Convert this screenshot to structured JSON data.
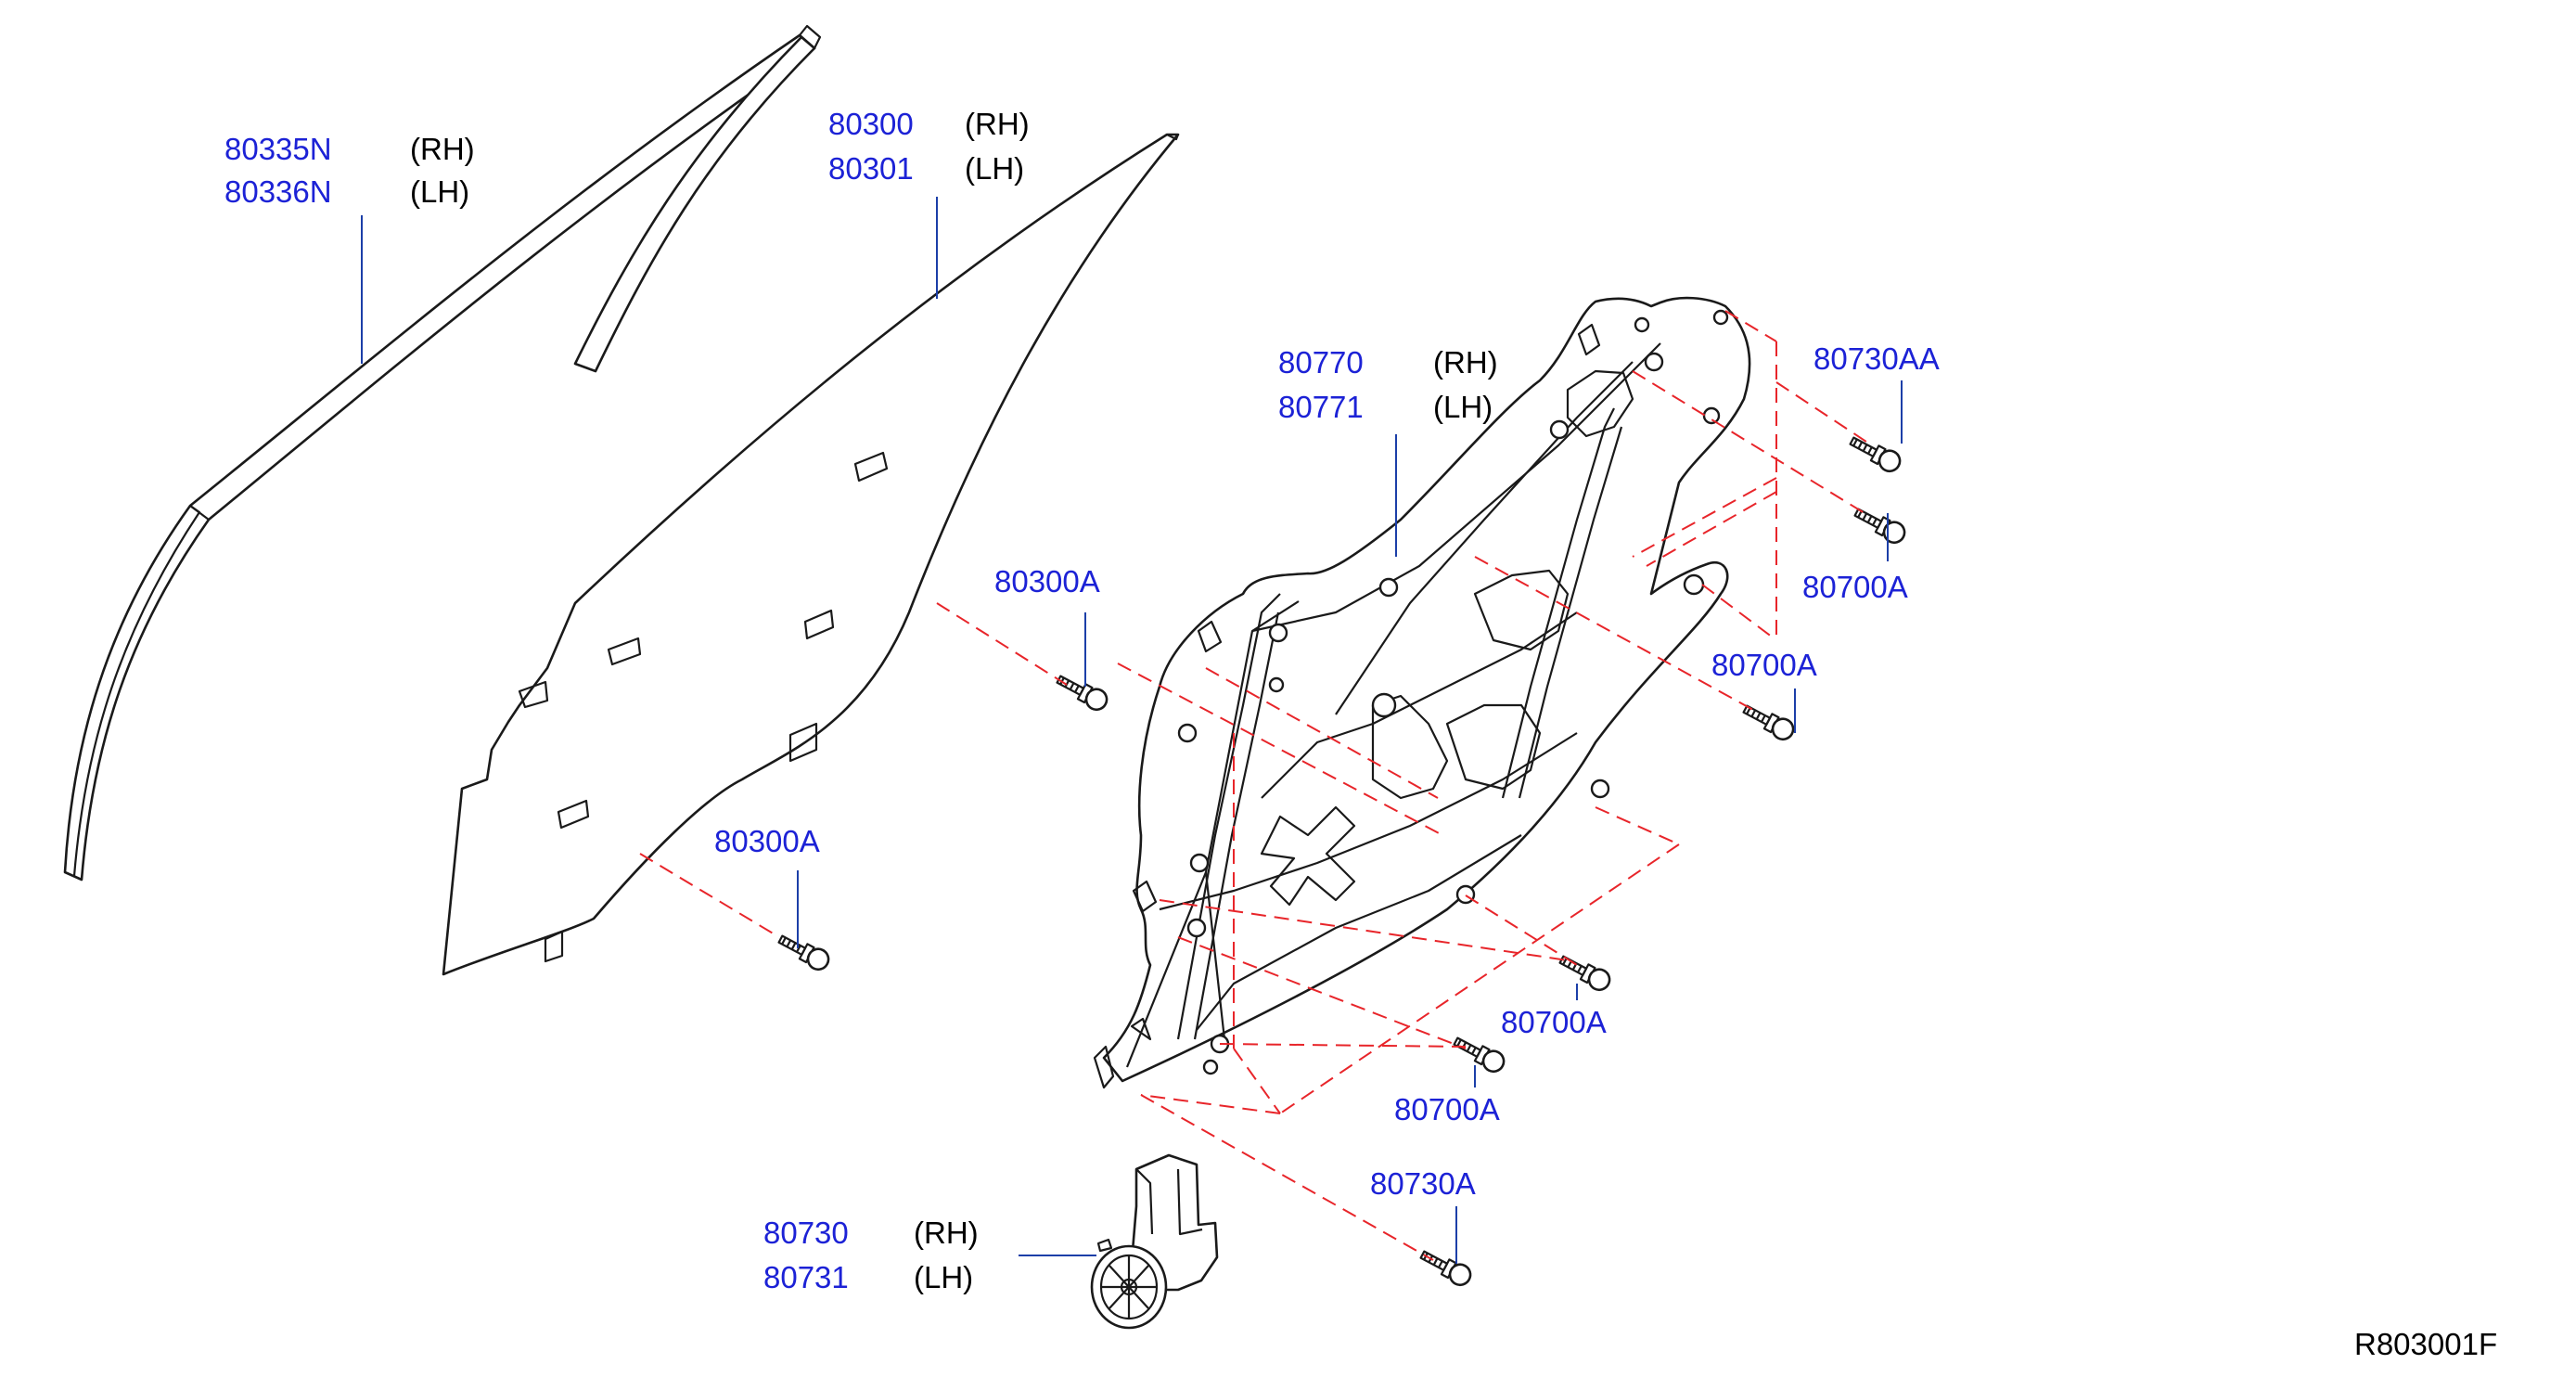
{
  "diagram_id": "R803001F",
  "labels": {
    "run_channel": {
      "rh_part": "80335N",
      "rh_side": "(RH)",
      "lh_part": "80336N",
      "lh_side": "(LH)"
    },
    "door_glass": {
      "rh_part": "80300",
      "rh_side": "(RH)",
      "lh_part": "80301",
      "lh_side": "(LH)"
    },
    "regulator": {
      "rh_part": "80770",
      "rh_side": "(RH)",
      "lh_part": "80771",
      "lh_side": "(LH)"
    },
    "motor": {
      "rh_part": "80730",
      "rh_side": "(RH)",
      "lh_part": "80731",
      "lh_side": "(LH)"
    },
    "glass_bolt_upper": "80300A",
    "glass_bolt_lower": "80300A",
    "motor_bolt_top": "80730AA",
    "regulator_bolt_1": "80700A",
    "regulator_bolt_2": "80700A",
    "regulator_bolt_3": "80700A",
    "regulator_bolt_4": "80700A",
    "motor_bolt_bottom": "80730A"
  },
  "colors": {
    "part_number": "#1c22d6",
    "leader": "#1c3fa8",
    "dashed_guide": "#e8252a",
    "outline": "#1a1a1a"
  }
}
